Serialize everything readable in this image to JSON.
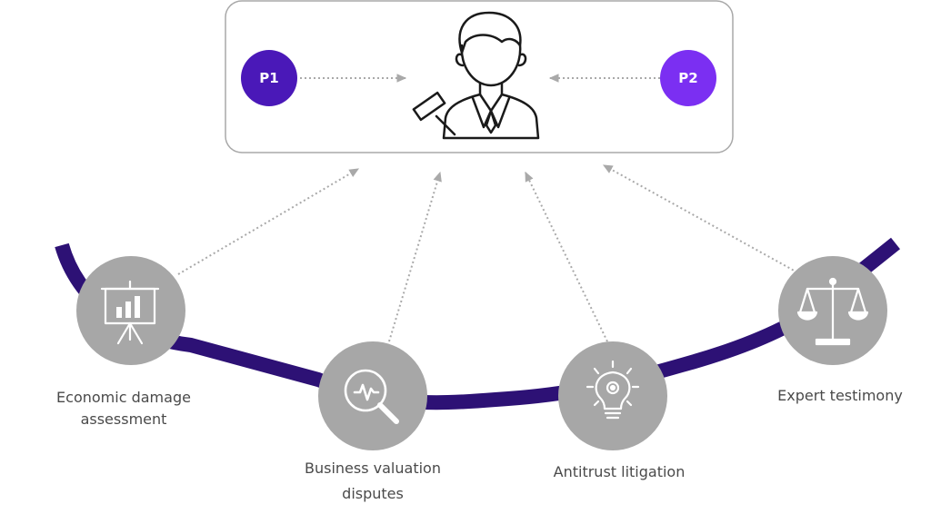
{
  "parties": [
    {
      "label": "P1",
      "color": "#4A18B8"
    },
    {
      "label": "P2",
      "color": "#7B2FF2"
    }
  ],
  "judge": {
    "icon": "judge-with-gavel-icon"
  },
  "nodes": [
    {
      "label_lines": [
        "Economic damage",
        "assessment"
      ],
      "icon": "presentation-chart-icon"
    },
    {
      "label_lines": [
        "Business valuation",
        "disputes"
      ],
      "icon": "magnifier-pulse-icon"
    },
    {
      "label_lines": [
        "Antitrust litigation"
      ],
      "icon": "lightbulb-gear-icon"
    },
    {
      "label_lines": [
        "Expert testimony"
      ],
      "icon": "balance-scale-icon"
    }
  ],
  "colors": {
    "arc": "#2D1175",
    "node_fill": "#A7A7A7",
    "icon_stroke": "#ffffff",
    "box_stroke": "#A8A8A8",
    "arrow": "#A9A9A9",
    "text": "#4a4a4a"
  }
}
